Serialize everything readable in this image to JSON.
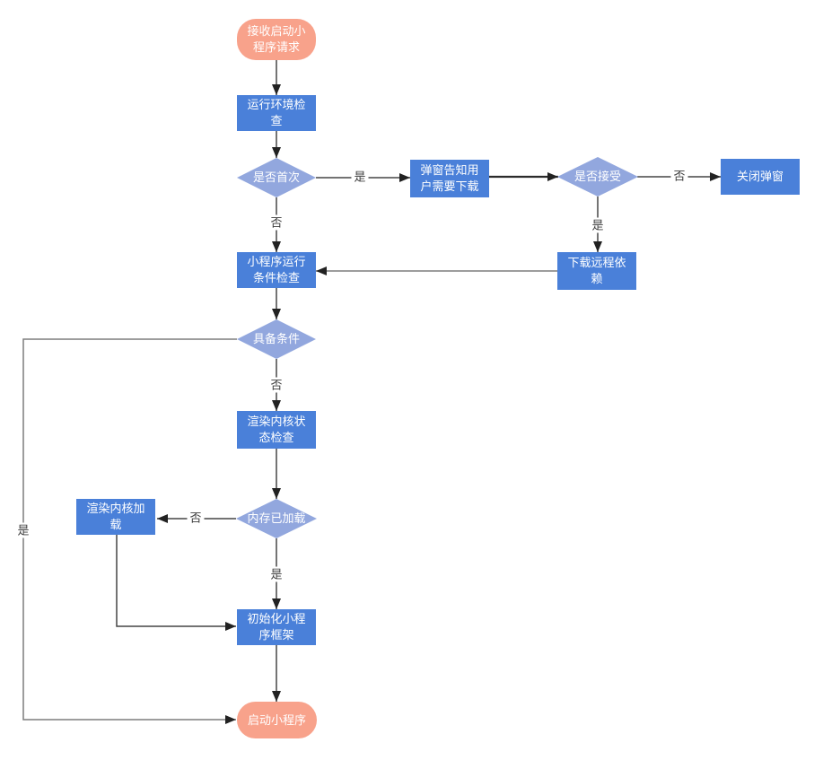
{
  "nodes": {
    "start": {
      "label": "接收启动小程序请求",
      "type": "terminal"
    },
    "env_check": {
      "label": "运行环境检查",
      "type": "process"
    },
    "is_first_time": {
      "label": "是否首次",
      "type": "decision"
    },
    "popup_notify": {
      "label": "弹窗告知用户需要下载",
      "type": "process"
    },
    "is_accept": {
      "label": "是否接受",
      "type": "decision"
    },
    "close_popup": {
      "label": "关闭弹窗",
      "type": "process"
    },
    "download_deps": {
      "label": "下载远程依赖",
      "type": "process"
    },
    "runtime_cond_check": {
      "label": "小程序运行条件检查",
      "type": "process"
    },
    "has_condition": {
      "label": "具备条件",
      "type": "decision"
    },
    "render_state_check": {
      "label": "渲染内核状态检查",
      "type": "process"
    },
    "memory_loaded": {
      "label": "内存已加载",
      "type": "decision"
    },
    "render_kernel_load": {
      "label": "渲染内核加载",
      "type": "process"
    },
    "init_framework": {
      "label": "初始化小程序框架",
      "type": "process"
    },
    "launch": {
      "label": "启动小程序",
      "type": "terminal"
    }
  },
  "edge_labels": {
    "first_yes": "是",
    "first_no": "否",
    "accept_no": "否",
    "accept_yes": "是",
    "condition_no": "否",
    "condition_yes": "是",
    "memory_no": "否",
    "memory_yes": "是"
  },
  "colors": {
    "process_fill": "#4a80d9",
    "decision_fill": "#92a7de",
    "terminal_fill": "#f8a28b",
    "node_text": "#ffffff",
    "edge_stroke": "#454545",
    "edge_muted": "#7d7d7d",
    "label_text": "#3c3c3c"
  }
}
